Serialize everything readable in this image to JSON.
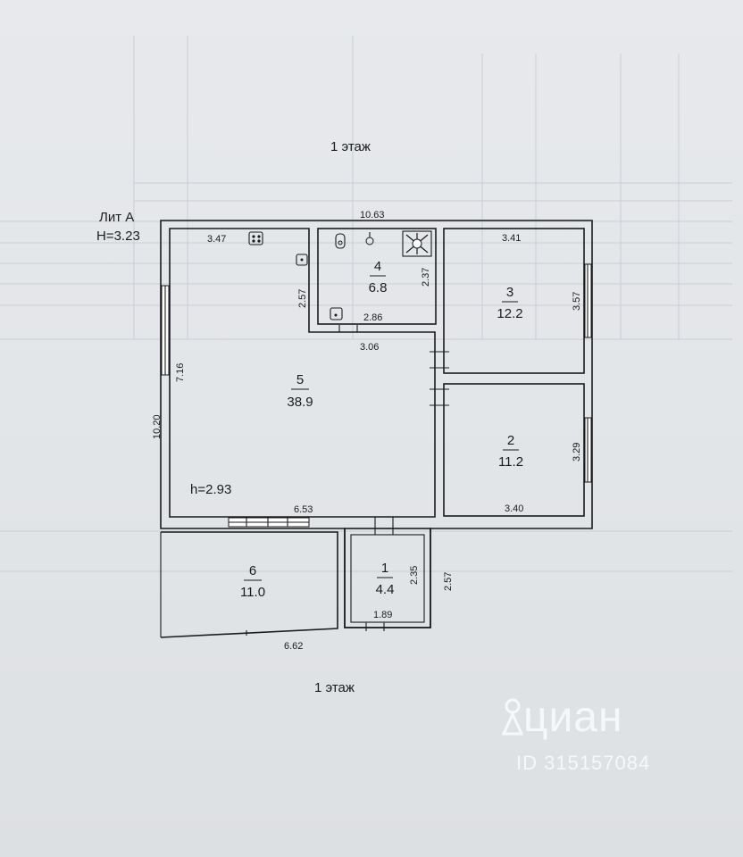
{
  "document": {
    "floor_label_top": "1 этаж",
    "floor_label_bottom": "1 этаж",
    "building_label": "Лит А",
    "building_height": "H=3.23",
    "ceiling_height": "h=2.93"
  },
  "dimensions": {
    "overall_width": "10.63",
    "room5_top": "3.47",
    "room4_height": "2.37",
    "room5_side": "2.57",
    "room4_bottom": "2.86",
    "corridor_width": "3.06",
    "room3_top": "3.41",
    "room3_side": "3.57",
    "room5_height": "7.16",
    "overall_height": "10.20",
    "room2_side": "3.29",
    "room2_bottom": "3.40",
    "room5_bottom": "6.53",
    "room1_height": "2.35",
    "porch_height": "2.57",
    "room1_width": "1.89",
    "room6_bottom": "6.62"
  },
  "rooms": [
    {
      "number": "5",
      "area": "38.9"
    },
    {
      "number": "4",
      "area": "6.8"
    },
    {
      "number": "3",
      "area": "12.2"
    },
    {
      "number": "2",
      "area": "11.2"
    },
    {
      "number": "6",
      "area": "11.0"
    },
    {
      "number": "1",
      "area": "4.4"
    }
  ],
  "watermark": {
    "brand": "циан",
    "listing_id": "ID 315157084"
  }
}
